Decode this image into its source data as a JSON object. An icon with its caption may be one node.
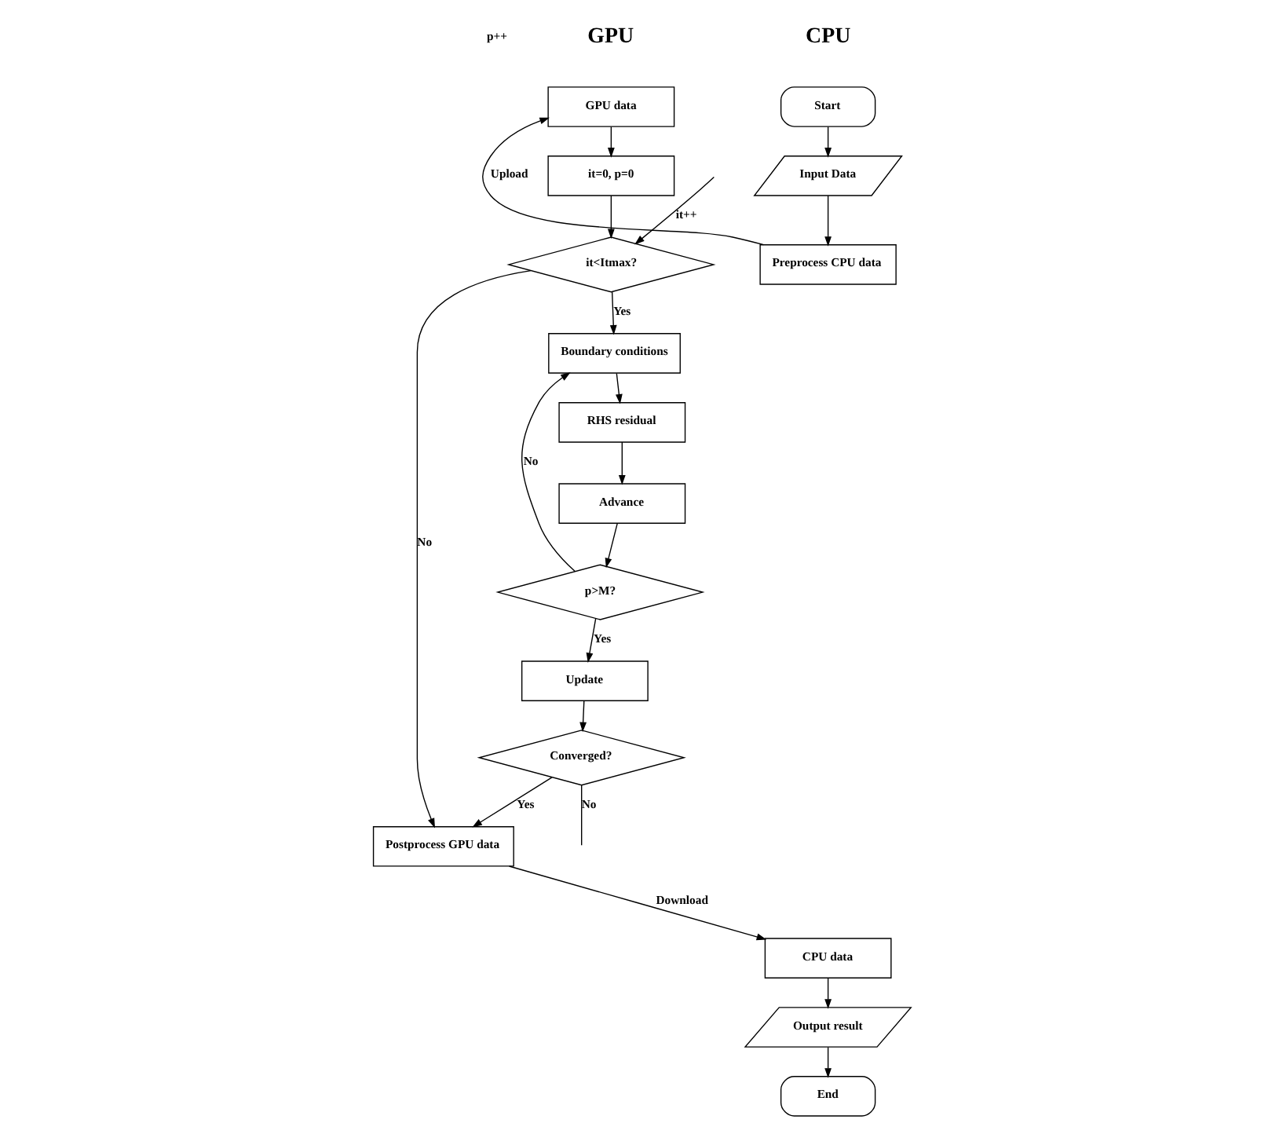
{
  "diagram": {
    "nodes": [
      {
        "text": [
          "Start"
        ]
      },
      {
        "text": [
          "Input Data"
        ]
      },
      {
        "text": [
          "Preprocess CPU data"
        ]
      },
      {
        "text": [
          "GPU data"
        ]
      },
      {
        "text": [
          "it=0, p=0"
        ]
      },
      {
        "text": [
          "it<Itmax?"
        ]
      },
      {
        "text": [
          "Boundary conditions"
        ]
      },
      {
        "text": [
          "RHS residual"
        ]
      },
      {
        "text": [
          "Advance"
        ]
      },
      {
        "text": [
          "p>M?"
        ]
      },
      {
        "text": [
          "Update"
        ]
      },
      {
        "text": [
          "Converged?"
        ]
      },
      {
        "text": [
          "Postprocess GPU data"
        ]
      },
      {
        "text": [
          "CPU data"
        ]
      },
      {
        "text": [
          "Output result"
        ]
      },
      {
        "text": [
          "End"
        ]
      }
    ],
    "edges": [
      {
        "from": 0,
        "to": 1,
        "arrow": "to"
      },
      {
        "from": 1,
        "to": 2,
        "arrow": "to"
      },
      {
        "from": 2,
        "to": 3,
        "arrow": "to",
        "label": "Upload"
      },
      {
        "from": 3,
        "to": 4,
        "arrow": "to"
      },
      {
        "from": 4,
        "to": 5,
        "arrow": "to"
      },
      {
        "from": null,
        "to": 5,
        "arrow": "to",
        "label": "it++"
      },
      {
        "from": 5,
        "to": 6,
        "arrow": "to",
        "label": "Yes"
      },
      {
        "from": 5,
        "to": 12,
        "arrow": "to",
        "label": "No"
      },
      {
        "from": 6,
        "to": 7,
        "arrow": "to"
      },
      {
        "from": 7,
        "to": 8,
        "arrow": "to"
      },
      {
        "from": 8,
        "to": 9,
        "arrow": "to"
      },
      {
        "from": 9,
        "to": 6,
        "arrow": "to",
        "label": "No"
      },
      {
        "from": 9,
        "to": 10,
        "arrow": "to",
        "label": "Yes"
      },
      {
        "from": 10,
        "to": 11,
        "arrow": "to"
      },
      {
        "from": 11,
        "to": null,
        "arrow": "none",
        "label": "No"
      },
      {
        "from": 11,
        "to": 12,
        "arrow": "to",
        "label": "Yes"
      },
      {
        "from": 12,
        "to": 13,
        "arrow": "to",
        "label": "Download"
      },
      {
        "from": 13,
        "to": 14,
        "arrow": "to"
      },
      {
        "from": 14,
        "to": 15,
        "arrow": "to"
      }
    ],
    "labels": [
      "CPU",
      "GPU",
      "p++"
    ]
  }
}
